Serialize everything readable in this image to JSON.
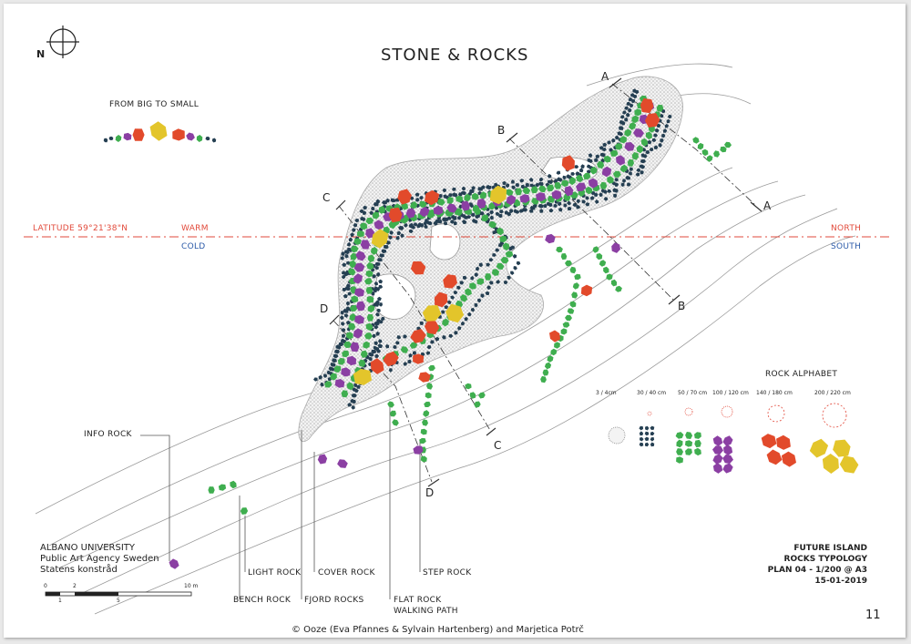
{
  "title": "STONE & ROCKS",
  "north_label": "N",
  "legend_top": {
    "caption": "FROM BIG TO SMALL"
  },
  "latitude": {
    "label": "LATITUDE 59°21'38\"N",
    "warm": "WARM",
    "cold": "COLD",
    "north": "NORTH",
    "south": "SOUTH"
  },
  "sections": [
    "A",
    "B",
    "C",
    "D"
  ],
  "callouts": {
    "info_rock": "INFO ROCK",
    "light_rock": "LIGHT ROCK",
    "bench_rock": "BENCH ROCK",
    "cover_rock": "COVER ROCK",
    "fjord_rocks": "FJORD ROCKS",
    "flat_rock": "FLAT ROCK",
    "walking_path": "WALKING PATH",
    "step_rock": "STEP ROCK"
  },
  "rock_alphabet": {
    "title": "ROCK ALPHABET",
    "sizes": [
      "3 / 4cm",
      "30 / 40 cm",
      "50 / 70 cm",
      "100 / 120 cm",
      "140 / 180 cm",
      "200 / 220 cm"
    ]
  },
  "credits_left": [
    "ALBANO UNIVERSITY",
    "Public Art Agency Sweden",
    "Statens konstråd"
  ],
  "plan_info": [
    "FUTURE ISLAND",
    "ROCKS TYPOLOGY",
    "PLAN 04 - 1/200 @ A3",
    "15-01-2019"
  ],
  "scale": {
    "labels": [
      "0",
      "1",
      "2",
      "5",
      "10 m"
    ]
  },
  "page_number": "11",
  "footer": "© Ooze (Eva Pfannes & Sylvain Hartenberg) and Marjetica Potrč",
  "colors": {
    "pebble": "#d8d8d8",
    "dark_rock": "#253f52",
    "green_rock": "#3fae4f",
    "purple_rock": "#8b3fa3",
    "red_rock": "#e24a2b",
    "yellow_rock": "#e3c52b",
    "latitude_line": "#e24a3b",
    "south_text": "#2b5aa8"
  }
}
